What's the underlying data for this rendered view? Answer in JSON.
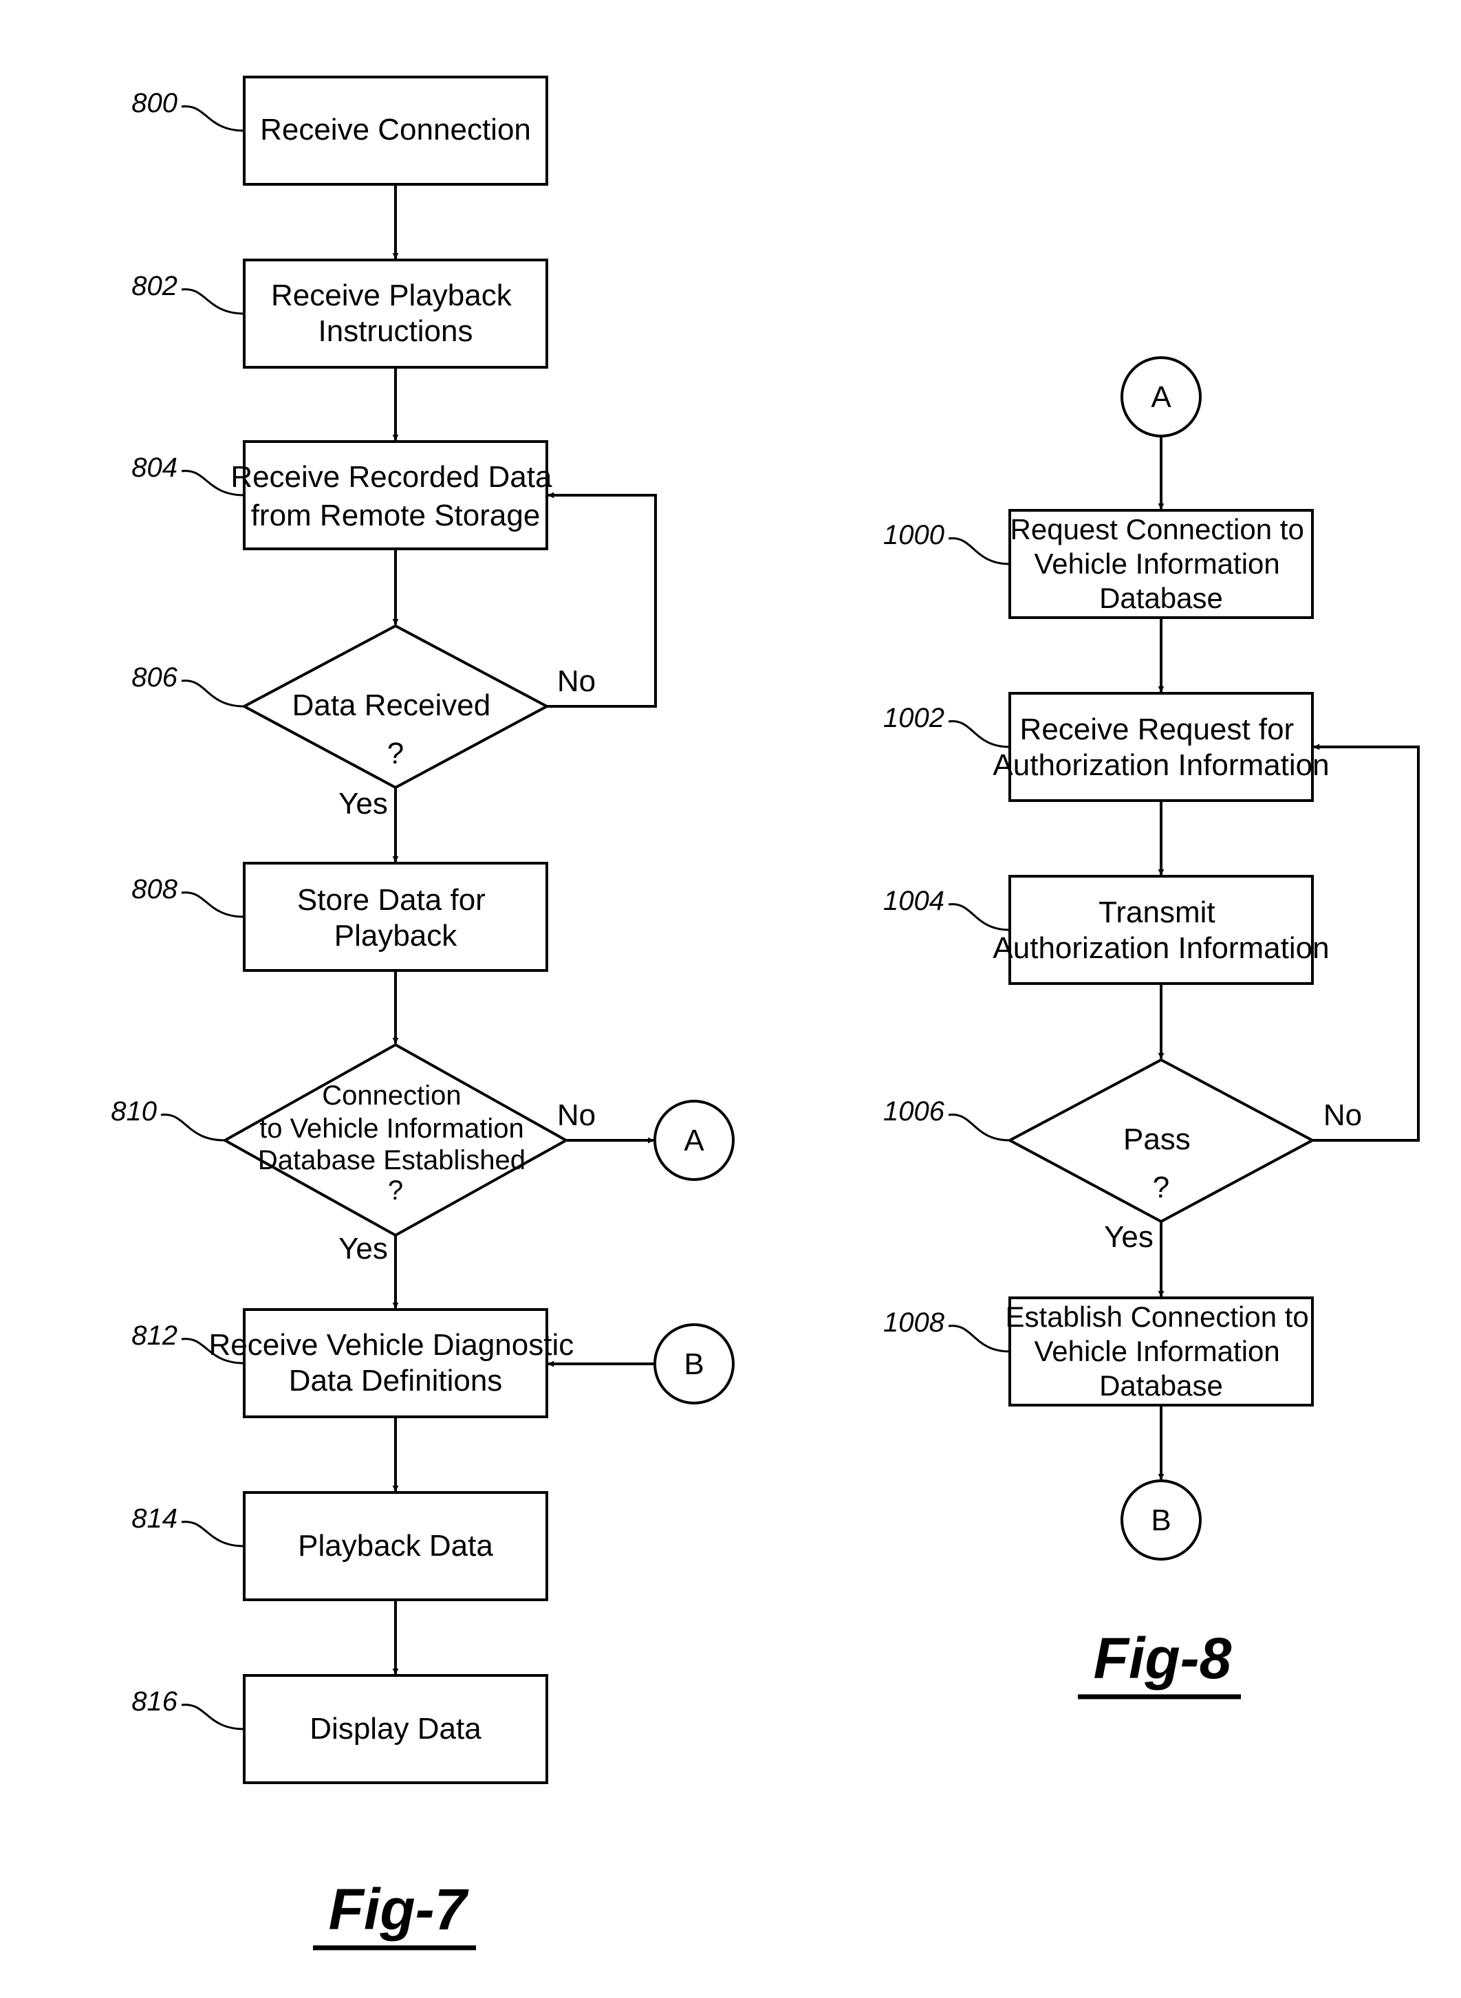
{
  "fig7": {
    "title": "Fig-7",
    "steps": {
      "s800": {
        "ref": "800",
        "lines": [
          "Receive Connection"
        ]
      },
      "s802": {
        "ref": "802",
        "lines": [
          "Receive Playback",
          "Instructions"
        ]
      },
      "s804": {
        "ref": "804",
        "lines": [
          "Receive Recorded Data",
          "from Remote Storage"
        ]
      },
      "s806": {
        "ref": "806",
        "lines": [
          "Data Received",
          "?"
        ]
      },
      "s808": {
        "ref": "808",
        "lines": [
          "Store Data for",
          "Playback"
        ]
      },
      "s810": {
        "ref": "810",
        "lines": [
          "Connection",
          "to Vehicle Information",
          "Database Established",
          "?"
        ]
      },
      "s812": {
        "ref": "812",
        "lines": [
          "Receive Vehicle Diagnostic",
          "Data Definitions"
        ]
      },
      "s814": {
        "ref": "814",
        "lines": [
          "Playback Data"
        ]
      },
      "s816": {
        "ref": "816",
        "lines": [
          "Display Data"
        ]
      }
    },
    "connectors": {
      "a": "A",
      "b": "B"
    },
    "branch_labels": {
      "no_806": "No",
      "yes_806": "Yes",
      "no_810": "No",
      "yes_810": "Yes"
    }
  },
  "fig8": {
    "title": "Fig-8",
    "steps": {
      "s1000": {
        "ref": "1000",
        "lines": [
          "Request Connection to",
          "Vehicle Information",
          "Database"
        ]
      },
      "s1002": {
        "ref": "1002",
        "lines": [
          "Receive Request for",
          "Authorization Information"
        ]
      },
      "s1004": {
        "ref": "1004",
        "lines": [
          "Transmit",
          "Authorization Information"
        ]
      },
      "s1006": {
        "ref": "1006",
        "lines": [
          "Pass",
          "?"
        ]
      },
      "s1008": {
        "ref": "1008",
        "lines": [
          "Establish Connection to",
          "Vehicle Information",
          "Database"
        ]
      }
    },
    "connectors": {
      "a": "A",
      "b": "B"
    },
    "branch_labels": {
      "no_1006": "No",
      "yes_1006": "Yes"
    }
  }
}
